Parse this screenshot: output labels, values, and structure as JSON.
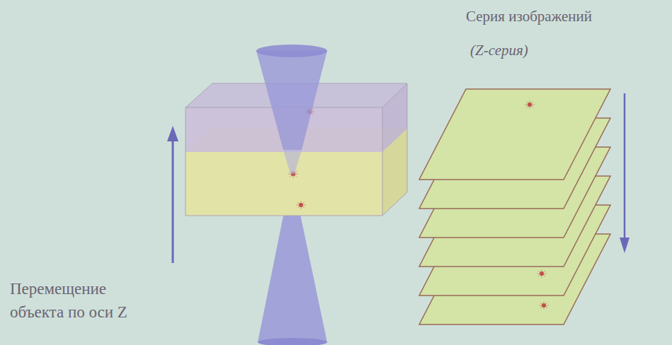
{
  "diagram": {
    "labels": [
      "Серия изображений",
      "(Z-серия)",
      "Перемещение объекта по оси Z"
    ]
  }
}
